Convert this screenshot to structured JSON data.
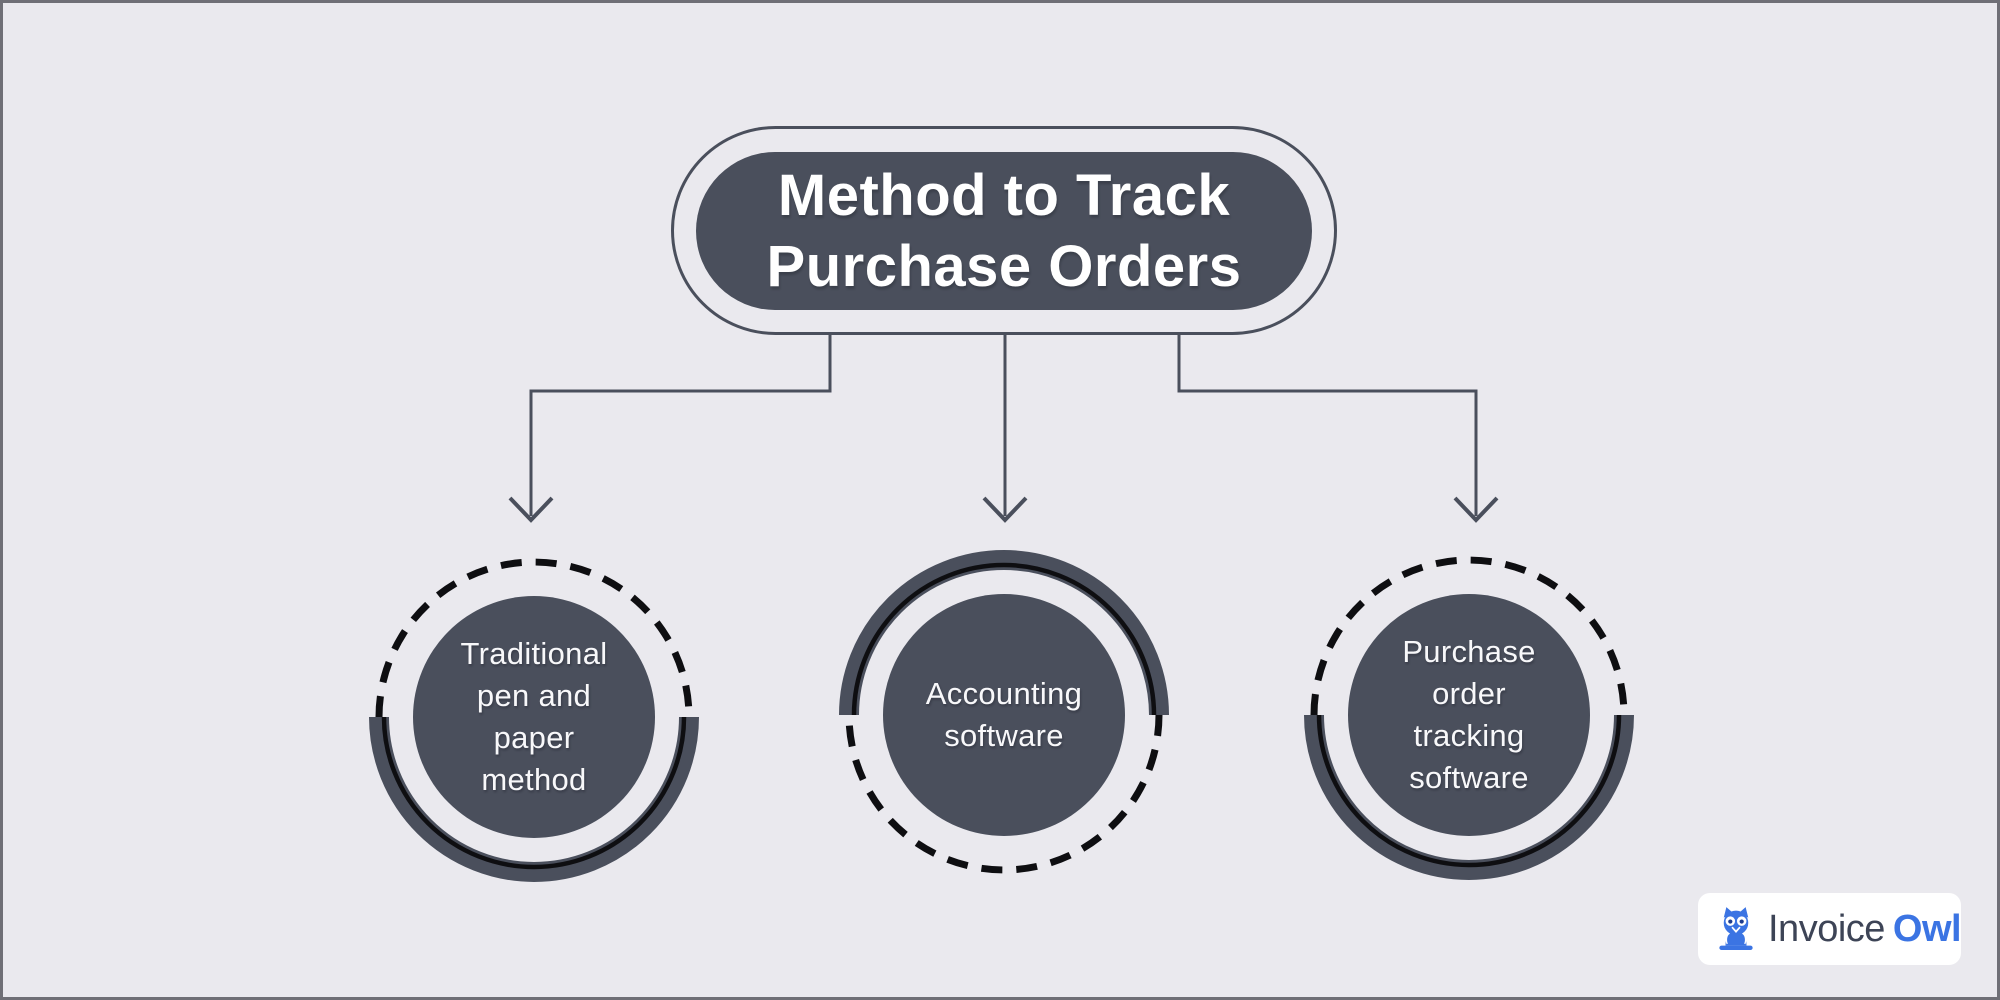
{
  "page": {
    "background_color": "#eae9ee",
    "frame_border_color": "#6f6f76"
  },
  "title": {
    "lines": [
      "Method to Track",
      "Purchase Orders"
    ],
    "pill_color": "#4a4f5c",
    "text_color": "#ffffff"
  },
  "connectors": {
    "color": "#4a4f5c",
    "style": "right-angle lines with open chevron arrowheads",
    "count": 3
  },
  "nodes": [
    {
      "id": "traditional-pen-and-paper-method",
      "variant": "dashed-top",
      "lines": [
        "Traditional",
        "pen and",
        "paper",
        "method"
      ],
      "fill": "#4a4f5c",
      "text_color": "#f8f8fa",
      "arc_black": "#0e0e11"
    },
    {
      "id": "accounting-software",
      "variant": "solid-top",
      "lines": [
        "Accounting",
        "software"
      ],
      "fill": "#4a4f5c",
      "text_color": "#f8f8fa",
      "arc_black": "#0e0e11"
    },
    {
      "id": "purchase-order-tracking-software",
      "variant": "dashed-top",
      "lines": [
        "Purchase",
        "order",
        "tracking",
        "software"
      ],
      "fill": "#4a4f5c",
      "text_color": "#f8f8fa",
      "arc_black": "#0e0e11"
    }
  ],
  "logo": {
    "icon": "owl-icon",
    "brand_first": "Invoice",
    "brand_second": "Owl",
    "background": "#ffffff",
    "first_color": "#3d4456",
    "second_color": "#3b74e3",
    "icon_color": "#3b74e3"
  }
}
